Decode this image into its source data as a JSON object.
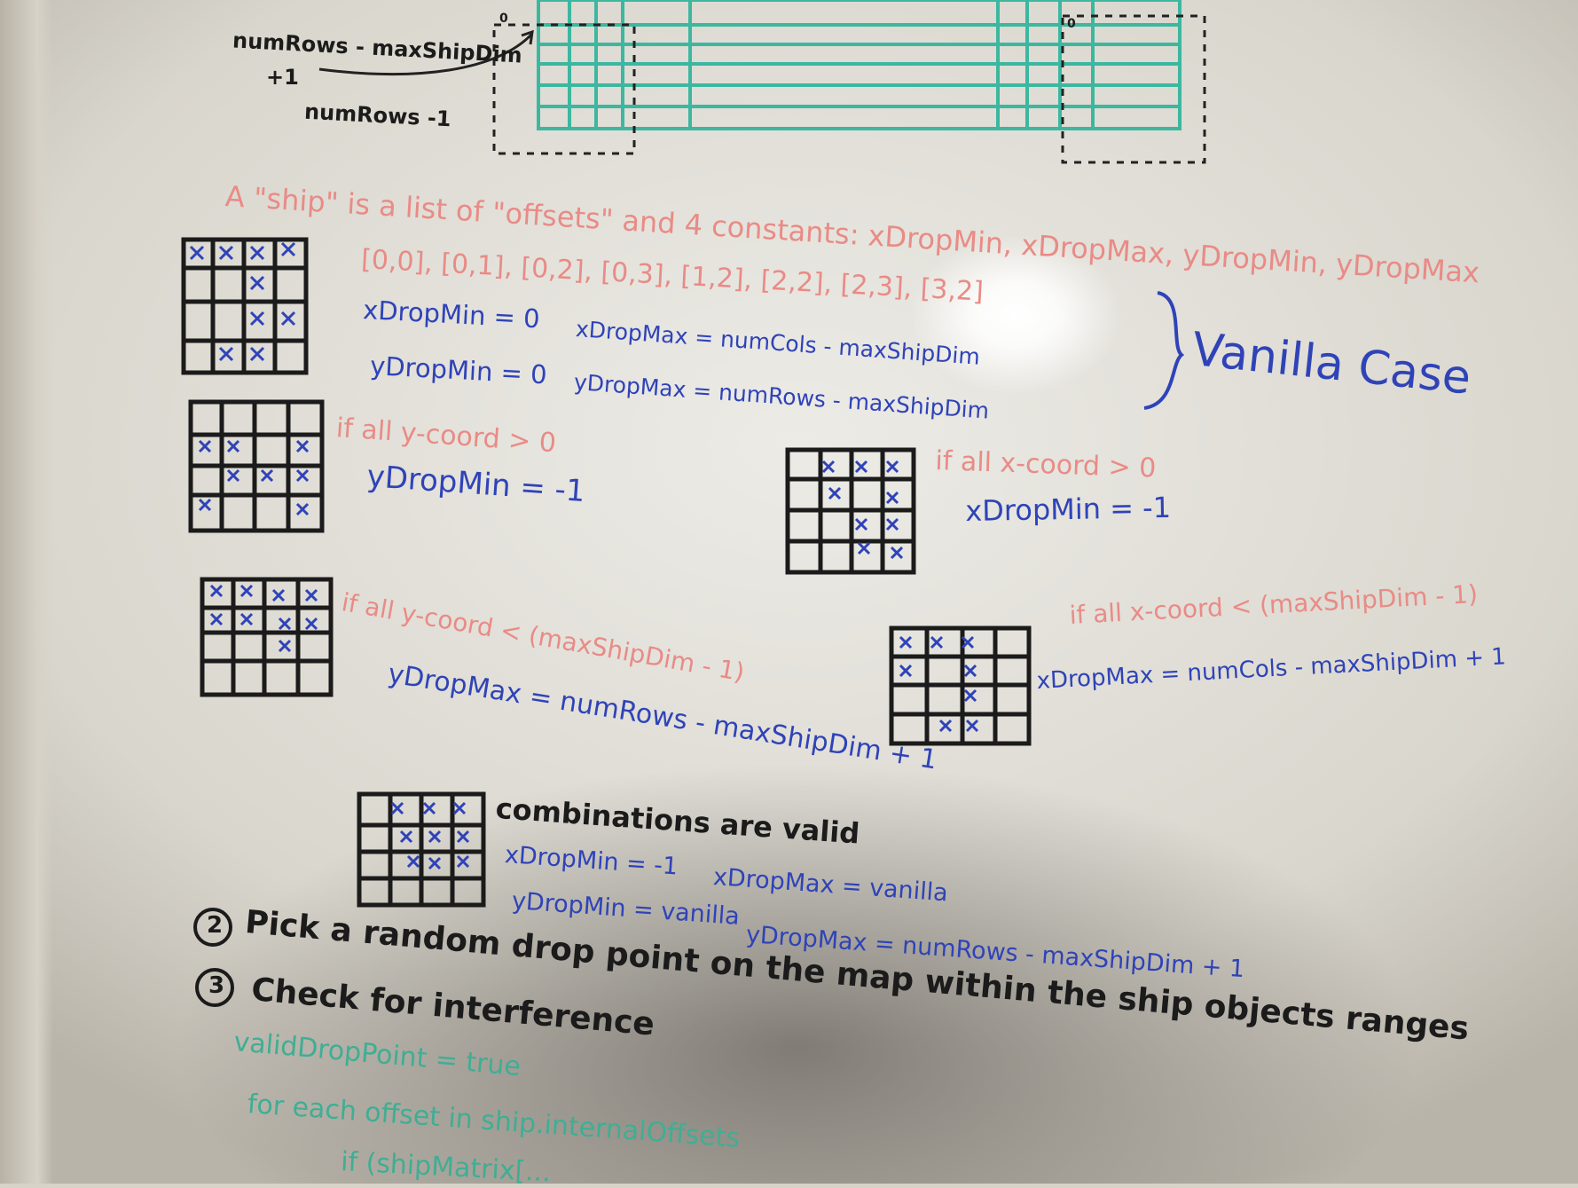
{
  "top": {
    "annot_line1": "numRows - maxShipDim",
    "annot_line2": "+1",
    "annot_line3": "numRows -1",
    "corner_left": "0",
    "corner_right": "0"
  },
  "ship_definition": "A \"ship\" is a list of \"offsets\" and 4 constants: xDropMin, xDropMax, yDropMin, yDropMax",
  "offsets_list": "[0,0], [0,1], [0,2], [0,3], [1,2], [2,2], [2,3], [3,2]",
  "vanilla": {
    "xdropmin": "xDropMin = 0",
    "ydropmin": "yDropMin = 0",
    "xdropmax": "xDropMax = numCols - maxShipDim",
    "ydropmax": "yDropMax = numRows - maxShipDim",
    "label": "Vanilla Case"
  },
  "case_y_min": {
    "condition": "if all y-coord > 0",
    "result": "yDropMin = -1"
  },
  "case_x_min": {
    "condition": "if all x-coord > 0",
    "result": "xDropMin = -1"
  },
  "case_y_max": {
    "condition": "if all y-coord < (maxShipDim - 1)",
    "result": "yDropMax = numRows - maxShipDim + 1"
  },
  "case_x_max": {
    "condition": "if all x-coord < (maxShipDim - 1)",
    "result": "xDropMax = numCols - maxShipDim + 1"
  },
  "combo": {
    "heading": "combinations are valid",
    "xdropmin": "xDropMin = -1",
    "xdropmax": "xDropMax = vanilla",
    "ydropmin": "yDropMin = vanilla",
    "ydropmax": "yDropMax = numRows - maxShipDim + 1"
  },
  "steps": [
    {
      "number": "2",
      "text": "Pick a random drop point on the map within the ship objects ranges"
    },
    {
      "number": "3",
      "text": "Check for interference"
    }
  ],
  "code": {
    "line1": "validDropPoint = true",
    "line2": "for each offset in ship.internalOffsets",
    "line3": "if (shipMatrix[..."
  },
  "colors": {
    "black_marker": "#1b1b1b",
    "blue_marker": "#2f43b8",
    "red_marker": "#e98b86",
    "green_marker": "#3fae94",
    "teal_grid": "#3cb7a0"
  }
}
